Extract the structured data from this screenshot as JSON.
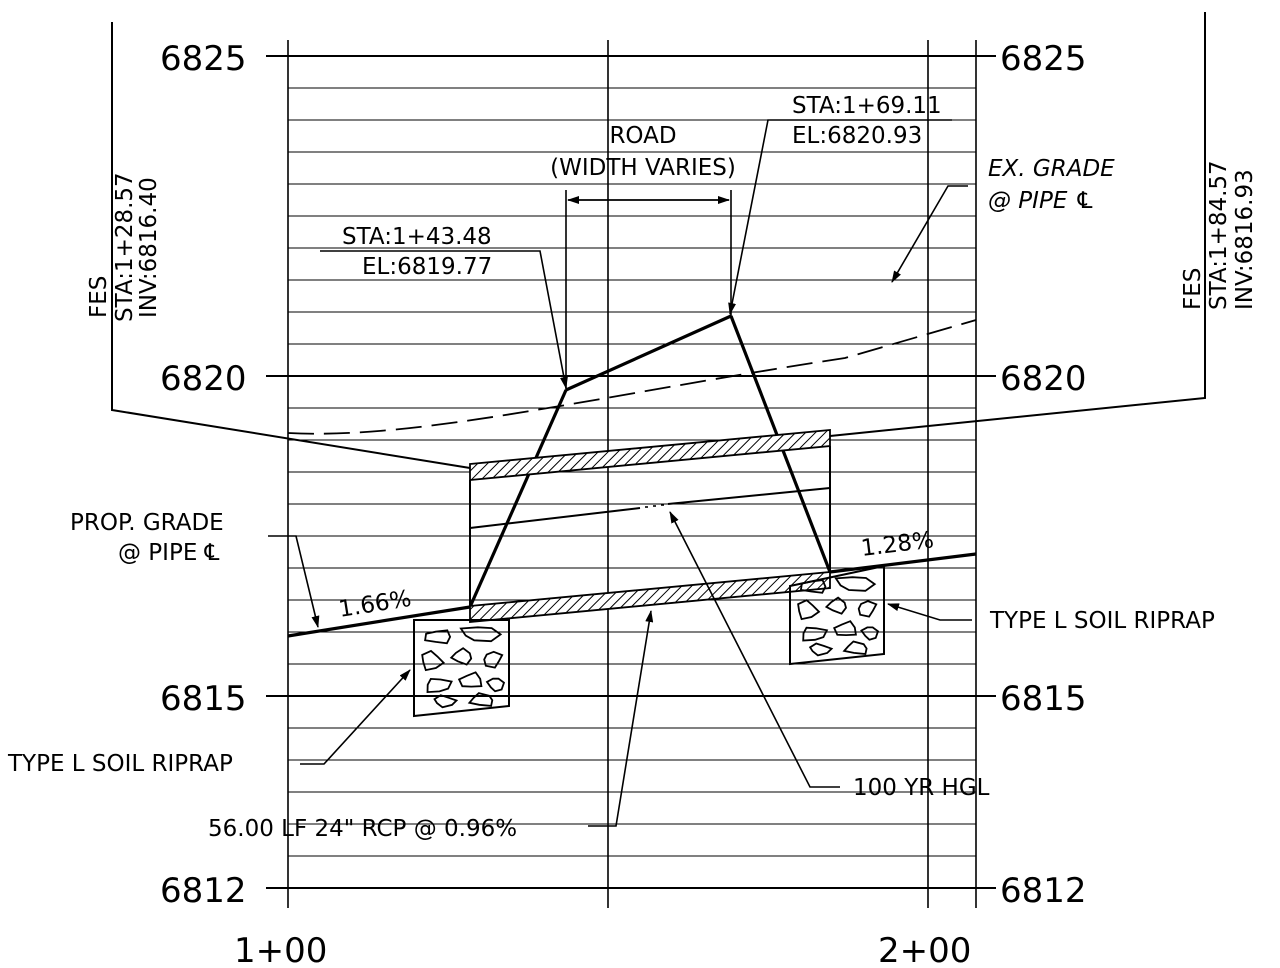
{
  "elevation_labels": {
    "e6825": "6825",
    "e6820": "6820",
    "e6815": "6815",
    "e6812": "6812"
  },
  "station_labels": {
    "s100": "1+00",
    "s200": "2+00"
  },
  "fes_left": {
    "fes": "FES",
    "sta": "STA:1+28.57",
    "inv": "INV:6816.40"
  },
  "fes_right": {
    "fes": "FES",
    "sta": "STA:1+84.57",
    "inv": "INV:6816.93"
  },
  "road": {
    "line1": "ROAD",
    "line2": "(WIDTH VARIES)"
  },
  "point_right": {
    "sta": "STA:1+69.11",
    "el": "EL:6820.93"
  },
  "point_left": {
    "sta": "STA:1+43.48",
    "el": "EL:6819.77"
  },
  "existing_grade": {
    "line1": "EX. GRADE",
    "line2": "@ PIPE ℄"
  },
  "proposed_grade": {
    "line1": "PROP. GRADE",
    "line2": "@ PIPE ℄"
  },
  "slopes": {
    "left": "1.66%",
    "right": "1.28%"
  },
  "riprap": {
    "left": "TYPE L SOIL RIPRAP",
    "right": "TYPE L SOIL RIPRAP"
  },
  "pipe_label": "56.00 LF 24\" RCP @ 0.96%",
  "hgl_label": "100 YR HGL"
}
